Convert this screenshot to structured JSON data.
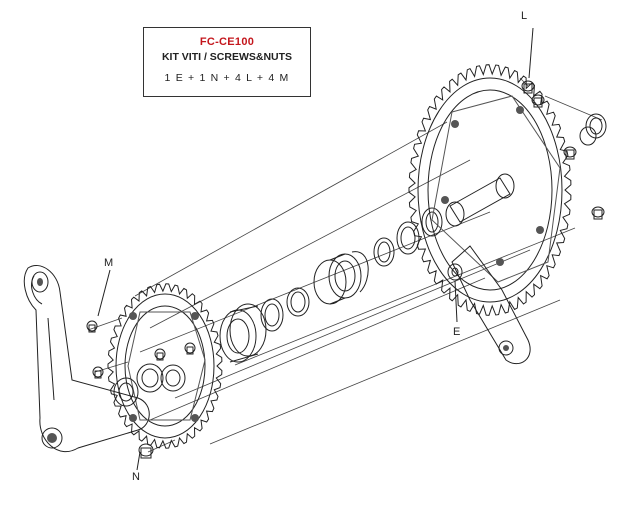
{
  "kit": {
    "code": "FC-CE100",
    "title": "KIT VITI / SCREWS&NUTS",
    "contents": "1 E + 1 N + 4 L + 4 M"
  },
  "labels": {
    "L": "L",
    "M": "M",
    "E": "E",
    "N": "N"
  },
  "colors": {
    "line": "#222222",
    "code": "#c4161c",
    "shade": "#555555"
  }
}
